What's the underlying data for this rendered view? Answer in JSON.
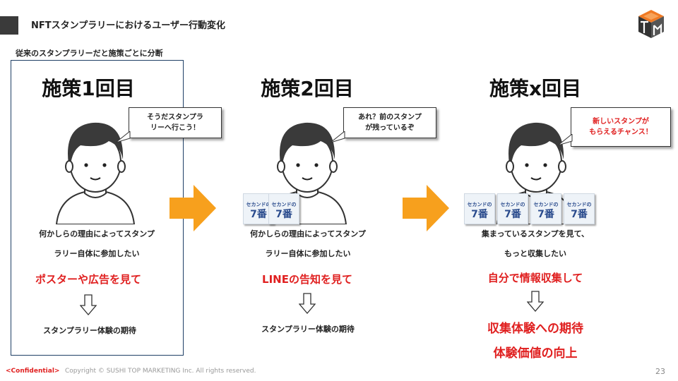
{
  "header": {
    "title": "NFTスタンプラリーにおけるユーザー行動変化"
  },
  "intro": "従来のスタンプラリーだと施策ごとに分断",
  "panels": [
    {
      "title": "施策1回目",
      "bubble": [
        "そうだスタンプラ",
        "リーへ行こう！"
      ],
      "desc": [
        "何かしらの理由によってスタンプ",
        "ラリー自体に参加したい"
      ],
      "method": "ポスターや広告を見て",
      "expect": "スタンプラリー体験の期待"
    },
    {
      "title": "施策2回目",
      "bubble": [
        "あれ？前のスタンプ",
        "が残っているぞ"
      ],
      "desc": [
        "何かしらの理由によってスタンプ",
        "ラリー自体に参加したい"
      ],
      "method": "LINEの告知を見て",
      "expect": "スタンプラリー体験の期待"
    },
    {
      "title": "施策x回目",
      "bubble": [
        "新しいスタンプが",
        "もらえるチャンス！"
      ],
      "desc": [
        "集まっているスタンプを見て、",
        "もっと収集したい"
      ],
      "method": "自分で情報収集して",
      "expect_red_1": "収集体験への期待",
      "expect_red_2": "体験価値の向上"
    }
  ],
  "stamp_logo": "セカンドの7番",
  "footer": {
    "confidential": "<Confidential>",
    "copyright": "Copyright ©  SUSHI TOP MARKETING Inc. All rights reserved.",
    "page": "23"
  },
  "colors": {
    "accent_red": "#e02020",
    "arrow_orange": "#f7a01d",
    "box_border": "#1f3f66"
  }
}
